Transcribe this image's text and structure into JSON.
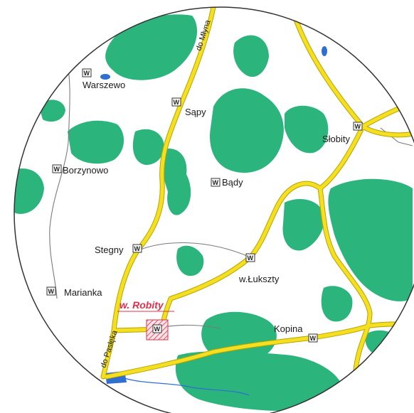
{
  "colors": {
    "forest": "#2bb57c",
    "road_main": "#f4e021",
    "road_edge": "#b8a200",
    "road_minor": "#7a7a7a",
    "water": "#2f6fd1",
    "highlight": "#e0304a"
  },
  "map": {
    "villages": [
      {
        "name": "Warszewo",
        "marker": "W"
      },
      {
        "name": "Sąpy",
        "marker": "W"
      },
      {
        "name": "Borzynowo",
        "marker": "W"
      },
      {
        "name": "Bądy",
        "marker": "W"
      },
      {
        "name": "Słobity",
        "marker": "W"
      },
      {
        "name": "Stegny",
        "marker": "W"
      },
      {
        "name": "w.Łukszty",
        "marker": "W"
      },
      {
        "name": "Marianka",
        "marker": "W"
      },
      {
        "name": "Kopina",
        "marker": "W"
      }
    ],
    "roads": [
      {
        "label": "do Młyna"
      },
      {
        "label": "do Pasłęka"
      }
    ],
    "highlight": {
      "label": "w. Robity",
      "marker": "W"
    }
  }
}
